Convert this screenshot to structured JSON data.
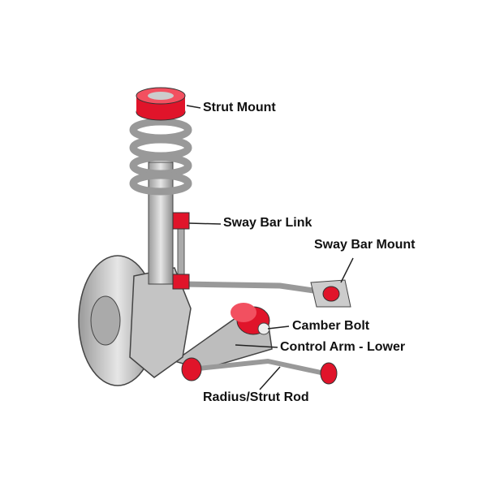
{
  "diagram": {
    "labels": {
      "strut_mount": "Strut Mount",
      "sway_bar_link": "Sway Bar Link",
      "sway_bar_mount": "Sway Bar Mount",
      "camber_bolt": "Camber Bolt",
      "control_arm_lower": "Control Arm - Lower",
      "radius_strut_rod": "Radius/Strut Rod"
    },
    "colors": {
      "bushing": "#e0142a",
      "metal": "#c8c8c8",
      "metal_dark": "#8a8a8a",
      "outline": "#333333"
    }
  }
}
